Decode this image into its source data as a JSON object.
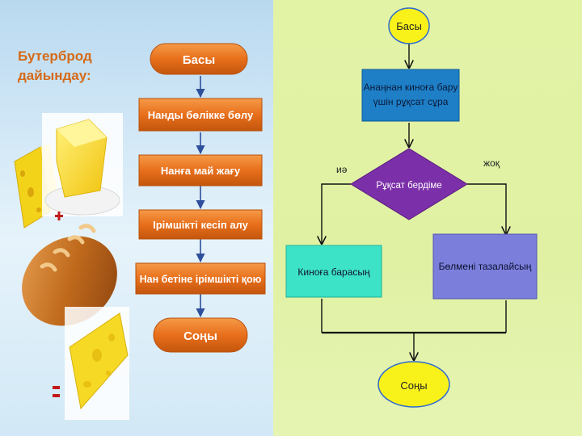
{
  "left_panel": {
    "title": "Бутерброд\nдайындау:",
    "steps": [
      "Басы",
      "Нанды бөлікке бөлу",
      "Нанға май жағу",
      "Ірімшікті кесіп алу",
      "Нан бетіне ірімшікті қою",
      "Соңы"
    ],
    "colors": {
      "orange": "#e86f1b",
      "orange_dark": "#c3560d",
      "arrow": "#2e4f9c"
    }
  },
  "right_panel": {
    "start": "Басы",
    "process": "Анаңнан киноға бару\nүшін рұқсат сұра",
    "decision": "Рұқсат бердіме",
    "yes_label": "иә",
    "no_label": "жоқ",
    "yes_box": "Киноға барасың",
    "no_box": "Бөлмені тазалайсың",
    "end": "Соңы",
    "colors": {
      "terminal": "#f9f21a",
      "process": "#1e7fc7",
      "decision": "#7b2fa8",
      "yes_box": "#3de3c6",
      "no_box": "#7b7fdb"
    }
  }
}
